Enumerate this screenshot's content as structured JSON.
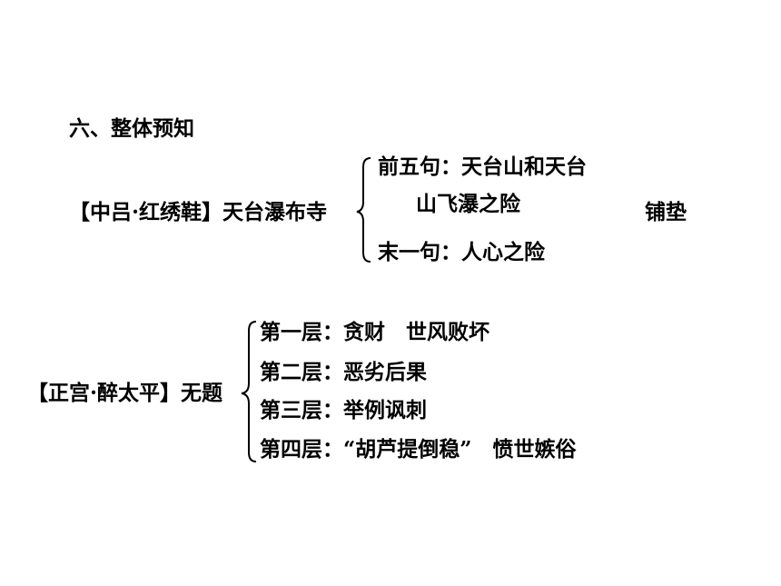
{
  "heading": "六、整体预知",
  "diagram1": {
    "root": "【中吕·红绣鞋】天台瀑布寺",
    "branch1_line1": "前五句：天台山和天台",
    "branch1_line2": "山飞瀑之险",
    "branch2": "末一句：人心之险",
    "side_note": "铺垫"
  },
  "diagram2": {
    "root": "【正宫·醉太平】无题",
    "layers": [
      "第一层：贪财　世风败坏",
      "第二层：恶劣后果",
      "第三层：举例讽刺",
      "第四层：“胡芦提倒稳”　愤世嫉俗"
    ]
  }
}
